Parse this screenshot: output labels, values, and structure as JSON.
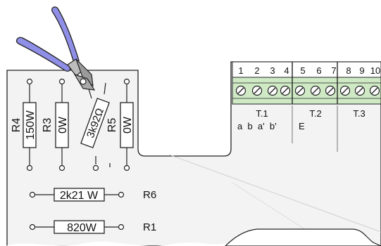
{
  "resistors": {
    "r4": {
      "ref": "R4",
      "value": "150W"
    },
    "r3": {
      "ref": "R3",
      "value": "0W"
    },
    "r_rot": {
      "value": "3k92Ω"
    },
    "r5": {
      "ref": "R5",
      "value": "0W"
    },
    "r6": {
      "ref": "R6",
      "value": "2k21 W"
    },
    "r1": {
      "ref": "R1",
      "value": "820W"
    }
  },
  "terminal_block": {
    "numbers": [
      "1",
      "2",
      "3",
      "4",
      "5",
      "6",
      "7",
      "8",
      "9",
      "10"
    ],
    "groups": [
      {
        "label": "T.1",
        "terminals": "a  b  a'  b'"
      },
      {
        "label": "T.2",
        "terminals": "E"
      },
      {
        "label": "T.3",
        "terminals": ""
      }
    ]
  },
  "tool": {
    "name": "wire cutter",
    "icon": "wire-cutter-icon",
    "handle_color": "#8f8fe8"
  },
  "colors": {
    "board": "#f3f3f3",
    "terminal_green": "#cfe9c5",
    "outline": "#222222"
  }
}
